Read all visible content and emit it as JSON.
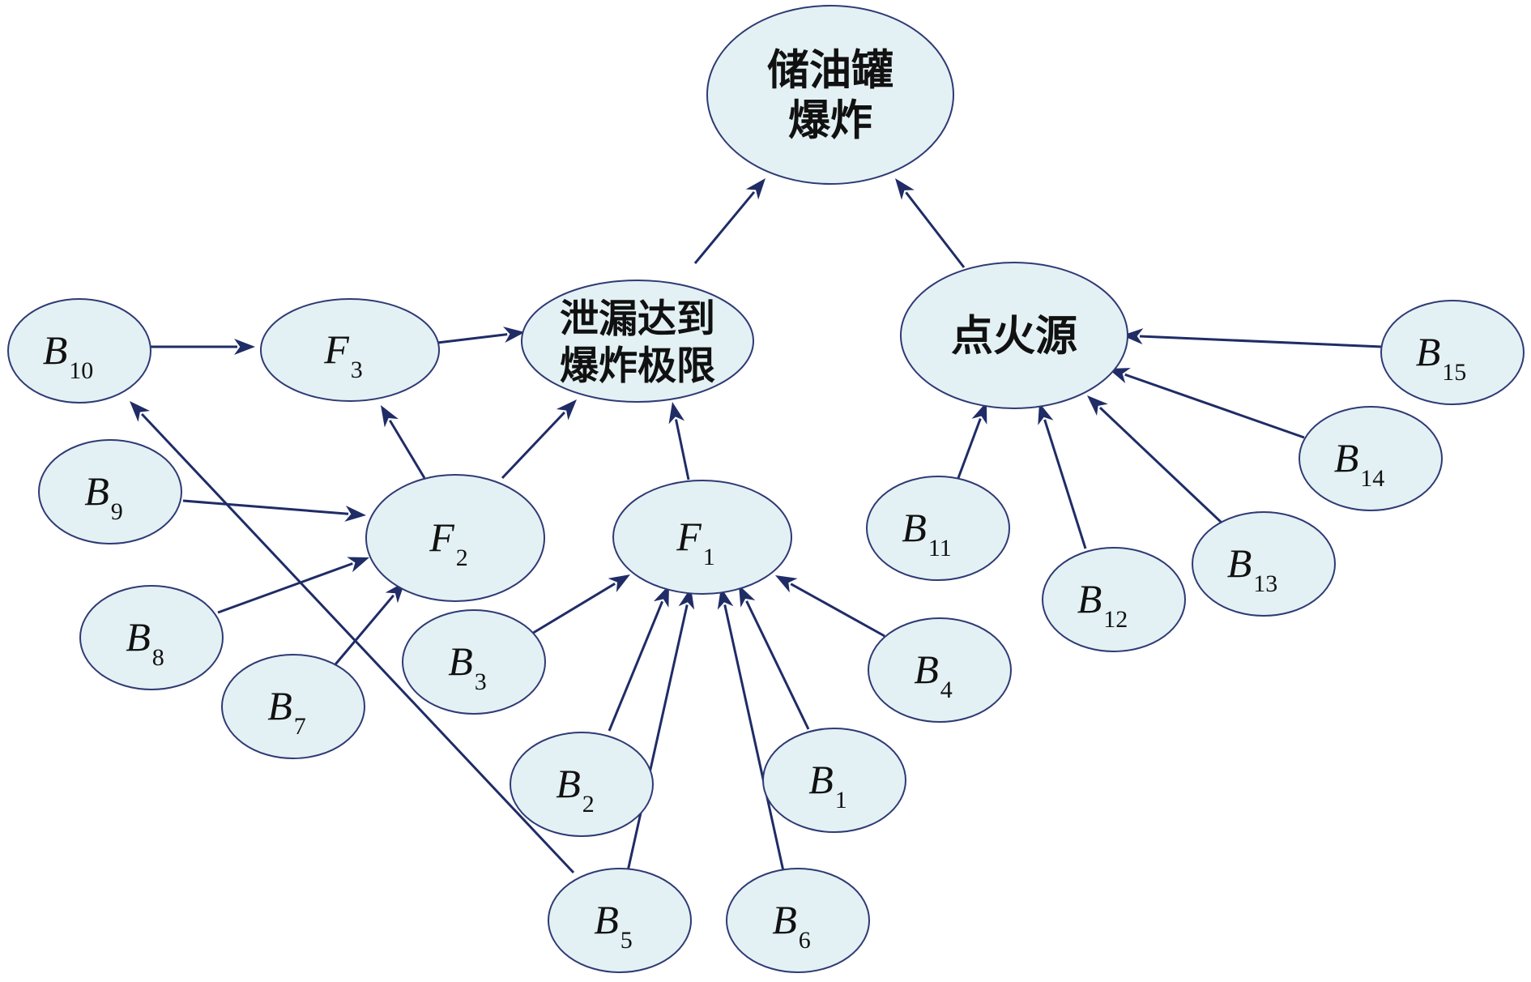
{
  "nodes": [
    {
      "id": "top",
      "lines": [
        "储油罐",
        "爆炸"
      ]
    },
    {
      "id": "leak",
      "lines": [
        "泄漏达到",
        "爆炸极限"
      ]
    },
    {
      "id": "ignition",
      "lines": [
        "点火源"
      ]
    },
    {
      "id": "F3",
      "main": "F",
      "sub": "3"
    },
    {
      "id": "F2",
      "main": "F",
      "sub": "2"
    },
    {
      "id": "F1",
      "main": "F",
      "sub": "1"
    },
    {
      "id": "B10",
      "main": "B",
      "sub": "10"
    },
    {
      "id": "B9",
      "main": "B",
      "sub": "9"
    },
    {
      "id": "B8",
      "main": "B",
      "sub": "8"
    },
    {
      "id": "B7",
      "main": "B",
      "sub": "7"
    },
    {
      "id": "B3",
      "main": "B",
      "sub": "3"
    },
    {
      "id": "B2",
      "main": "B",
      "sub": "2"
    },
    {
      "id": "B5",
      "main": "B",
      "sub": "5"
    },
    {
      "id": "B6",
      "main": "B",
      "sub": "6"
    },
    {
      "id": "B1",
      "main": "B",
      "sub": "1"
    },
    {
      "id": "B4",
      "main": "B",
      "sub": "4"
    },
    {
      "id": "B11",
      "main": "B",
      "sub": "11"
    },
    {
      "id": "B12",
      "main": "B",
      "sub": "12"
    },
    {
      "id": "B13",
      "main": "B",
      "sub": "13"
    },
    {
      "id": "B14",
      "main": "B",
      "sub": "14"
    },
    {
      "id": "B15",
      "main": "B",
      "sub": "15"
    }
  ],
  "edges": [
    {
      "from": "leak",
      "to": "top"
    },
    {
      "from": "ignition",
      "to": "top"
    },
    {
      "from": "B10",
      "to": "F3"
    },
    {
      "from": "F3",
      "to": "leak"
    },
    {
      "from": "F2",
      "to": "F3"
    },
    {
      "from": "F2",
      "to": "leak"
    },
    {
      "from": "F1",
      "to": "leak"
    },
    {
      "from": "B9",
      "to": "F2"
    },
    {
      "from": "B8",
      "to": "F2"
    },
    {
      "from": "B7",
      "to": "F2"
    },
    {
      "from": "B5",
      "to": "B10"
    },
    {
      "from": "B3",
      "to": "F1"
    },
    {
      "from": "B2",
      "to": "F1"
    },
    {
      "from": "B5",
      "to": "F1"
    },
    {
      "from": "B6",
      "to": "F1"
    },
    {
      "from": "B1",
      "to": "F1"
    },
    {
      "from": "B4",
      "to": "F1"
    },
    {
      "from": "B11",
      "to": "ignition"
    },
    {
      "from": "B12",
      "to": "ignition"
    },
    {
      "from": "B13",
      "to": "ignition"
    },
    {
      "from": "B14",
      "to": "ignition"
    },
    {
      "from": "B15",
      "to": "ignition"
    }
  ],
  "colors": {
    "node_fill": "#e3f1f4",
    "node_stroke": "#2f3a74",
    "edge": "#1f2c66",
    "text": "#111111"
  }
}
